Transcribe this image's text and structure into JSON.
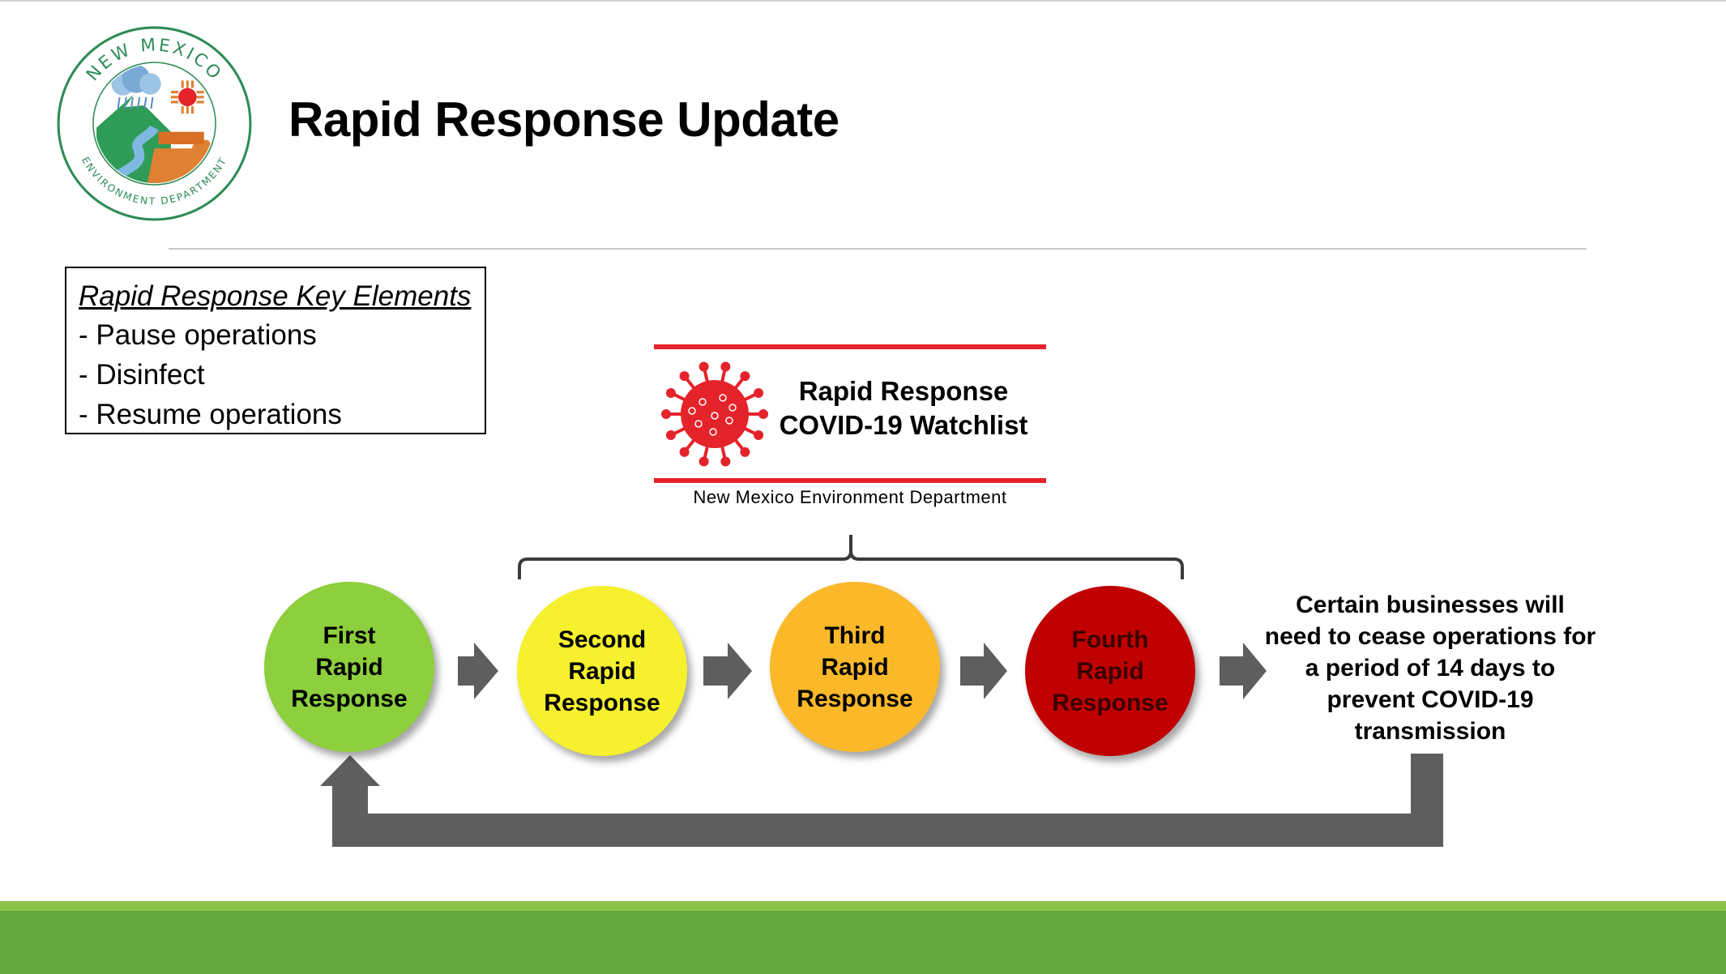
{
  "slide": {
    "title": "Rapid Response Update"
  },
  "logo": {
    "top_text": "NEW MEXICO",
    "bottom_text": "ENVIRONMENT DEPARTMENT"
  },
  "key_elements": {
    "title": "Rapid Response Key Elements",
    "items": [
      "- Pause operations",
      "- Disinfect",
      "- Resume operations"
    ]
  },
  "watchlist": {
    "title_line1": "Rapid Response",
    "title_line2": "COVID-19 Watchlist",
    "subtitle": "New Mexico Environment Department",
    "accent_color": "#e5232b"
  },
  "steps": [
    {
      "label": "First\nRapid\nResponse",
      "color": "#8dcf3c",
      "text_color": "#000000"
    },
    {
      "label": "Second\nRapid\nResponse",
      "color": "#f6f02e",
      "text_color": "#000000"
    },
    {
      "label": "Third\nRapid\nResponse",
      "color": "#fbb92a",
      "text_color": "#000000"
    },
    {
      "label": "Fourth\nRapid\nResponse",
      "color": "#c00000",
      "text_color": "#3a0000"
    }
  ],
  "outcome": {
    "text": "Certain businesses will need to cease operations for a period of 14 days to prevent COVID-19 transmission"
  },
  "colors": {
    "arrow": "#5e5e5e",
    "footer_light": "#8bc34a",
    "footer_dark": "#63a83e"
  }
}
